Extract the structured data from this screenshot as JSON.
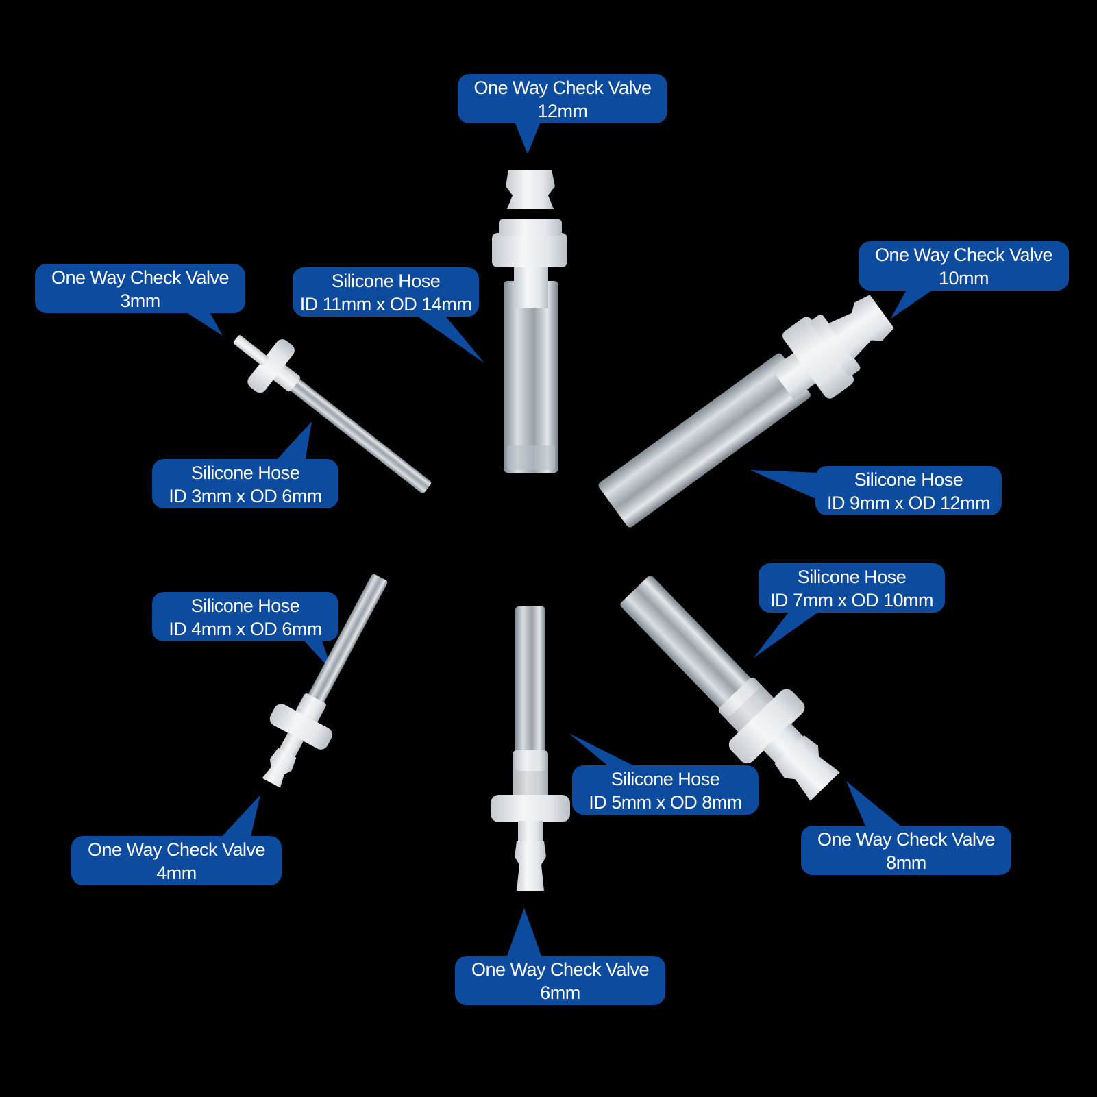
{
  "colors": {
    "background": "#000000",
    "label_fill": "#0d4b9e",
    "label_text": "#ffffff",
    "part_fill": "#e9edf1"
  },
  "labels": {
    "valve_12": {
      "line1": "One Way Check Valve",
      "line2": "12mm"
    },
    "hose_11x14": {
      "line1": "Silicone Hose",
      "line2": "ID 11mm x OD 14mm"
    },
    "valve_3": {
      "line1": "One Way Check Valve",
      "line2": "3mm"
    },
    "hose_3x6": {
      "line1": "Silicone Hose",
      "line2": "ID 3mm x OD 6mm"
    },
    "valve_10": {
      "line1": "One Way Check Valve",
      "line2": "10mm"
    },
    "hose_9x12": {
      "line1": "Silicone Hose",
      "line2": "ID 9mm x OD 12mm"
    },
    "hose_7x10": {
      "line1": "Silicone Hose",
      "line2": "ID 7mm x OD 10mm"
    },
    "hose_4x6": {
      "line1": "Silicone Hose",
      "line2": "ID 4mm x OD 6mm"
    },
    "hose_5x8": {
      "line1": "Silicone Hose",
      "line2": "ID 5mm x OD 8mm"
    },
    "valve_8": {
      "line1": "One Way Check Valve",
      "line2": "8mm"
    },
    "valve_4": {
      "line1": "One Way Check Valve",
      "line2": "4mm"
    },
    "valve_6": {
      "line1": "One Way Check Valve",
      "line2": "6mm"
    }
  }
}
